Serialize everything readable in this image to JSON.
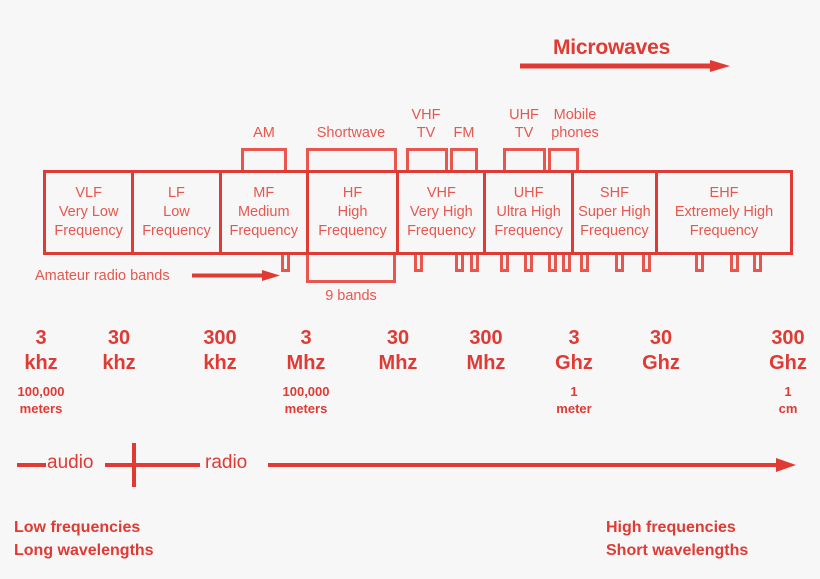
{
  "title": "Radio frequency spectrum",
  "colors": {
    "background": "#f7f7f7",
    "primary": "#e03a34",
    "secondary": "#e8564e"
  },
  "header": {
    "microwaves_label": "Microwaves",
    "microwaves_arrow_icon": "right-arrow-icon"
  },
  "subbands": [
    {
      "id": "am",
      "label": "AM",
      "lines": [
        "AM"
      ]
    },
    {
      "id": "shortwave",
      "label": "Shortwave",
      "lines": [
        "Shortwave"
      ]
    },
    {
      "id": "vhf-tv",
      "label": "VHF TV",
      "lines": [
        "VHF",
        "TV"
      ]
    },
    {
      "id": "fm",
      "label": "FM",
      "lines": [
        "FM"
      ]
    },
    {
      "id": "uhf-tv",
      "label": "UHF TV",
      "lines": [
        "UHF",
        "TV"
      ]
    },
    {
      "id": "mobile-phones",
      "label": "Mobile phones",
      "lines": [
        "Mobile",
        "phones"
      ]
    }
  ],
  "bands": [
    {
      "abbr": "VLF",
      "name_line1": "Very Low",
      "name_line2": "Frequency"
    },
    {
      "abbr": "LF",
      "name_line1": "Low",
      "name_line2": "Frequency"
    },
    {
      "abbr": "MF",
      "name_line1": "Medium",
      "name_line2": "Frequency"
    },
    {
      "abbr": "HF",
      "name_line1": "High",
      "name_line2": "Frequency"
    },
    {
      "abbr": "VHF",
      "name_line1": "Very High",
      "name_line2": "Frequency"
    },
    {
      "abbr": "UHF",
      "name_line1": "Ultra High",
      "name_line2": "Frequency"
    },
    {
      "abbr": "SHF",
      "name_line1": "Super High",
      "name_line2": "Frequency"
    },
    {
      "abbr": "EHF",
      "name_line1": "Extremely High",
      "name_line2": "Frequency"
    }
  ],
  "amateur": {
    "label": "Amateur radio bands",
    "arrow_icon": "right-arrow-icon",
    "nine_bands_label": "9 bands"
  },
  "scale": [
    {
      "value": "3",
      "unit": "khz",
      "wavelength_value": "100,000",
      "wavelength_unit": "meters"
    },
    {
      "value": "30",
      "unit": "khz",
      "wavelength_value": "",
      "wavelength_unit": ""
    },
    {
      "value": "300",
      "unit": "khz",
      "wavelength_value": "",
      "wavelength_unit": ""
    },
    {
      "value": "3",
      "unit": "Mhz",
      "wavelength_value": "100,000",
      "wavelength_unit": "meters"
    },
    {
      "value": "30",
      "unit": "Mhz",
      "wavelength_value": "",
      "wavelength_unit": ""
    },
    {
      "value": "300",
      "unit": "Mhz",
      "wavelength_value": "",
      "wavelength_unit": ""
    },
    {
      "value": "3",
      "unit": "Ghz",
      "wavelength_value": "1",
      "wavelength_unit": "meter"
    },
    {
      "value": "30",
      "unit": "Ghz",
      "wavelength_value": "",
      "wavelength_unit": ""
    },
    {
      "value": "300",
      "unit": "Ghz",
      "wavelength_value": "1",
      "wavelength_unit": "cm"
    }
  ],
  "axis": {
    "audio_label": "audio",
    "radio_label": "radio",
    "arrow_icon": "right-arrow-icon"
  },
  "captions": {
    "low_line1": "Low frequencies",
    "low_line2": "Long wavelengths",
    "high_line1": "High frequencies",
    "high_line2": "Short wavelengths"
  }
}
